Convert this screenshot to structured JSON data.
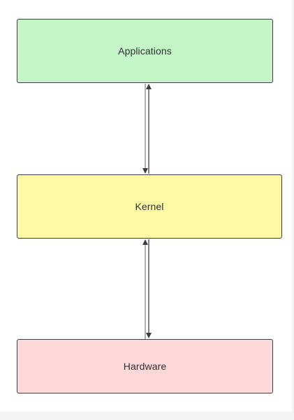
{
  "colors": {
    "applications_fill": "#c3f5c7",
    "kernel_fill": "#fff8a5",
    "hardware_fill": "#ffd8d9",
    "stroke": "#3d3d45"
  },
  "layers": {
    "applications": {
      "label": "Applications"
    },
    "kernel": {
      "label": "Kernel"
    },
    "hardware": {
      "label": "Hardware"
    }
  }
}
